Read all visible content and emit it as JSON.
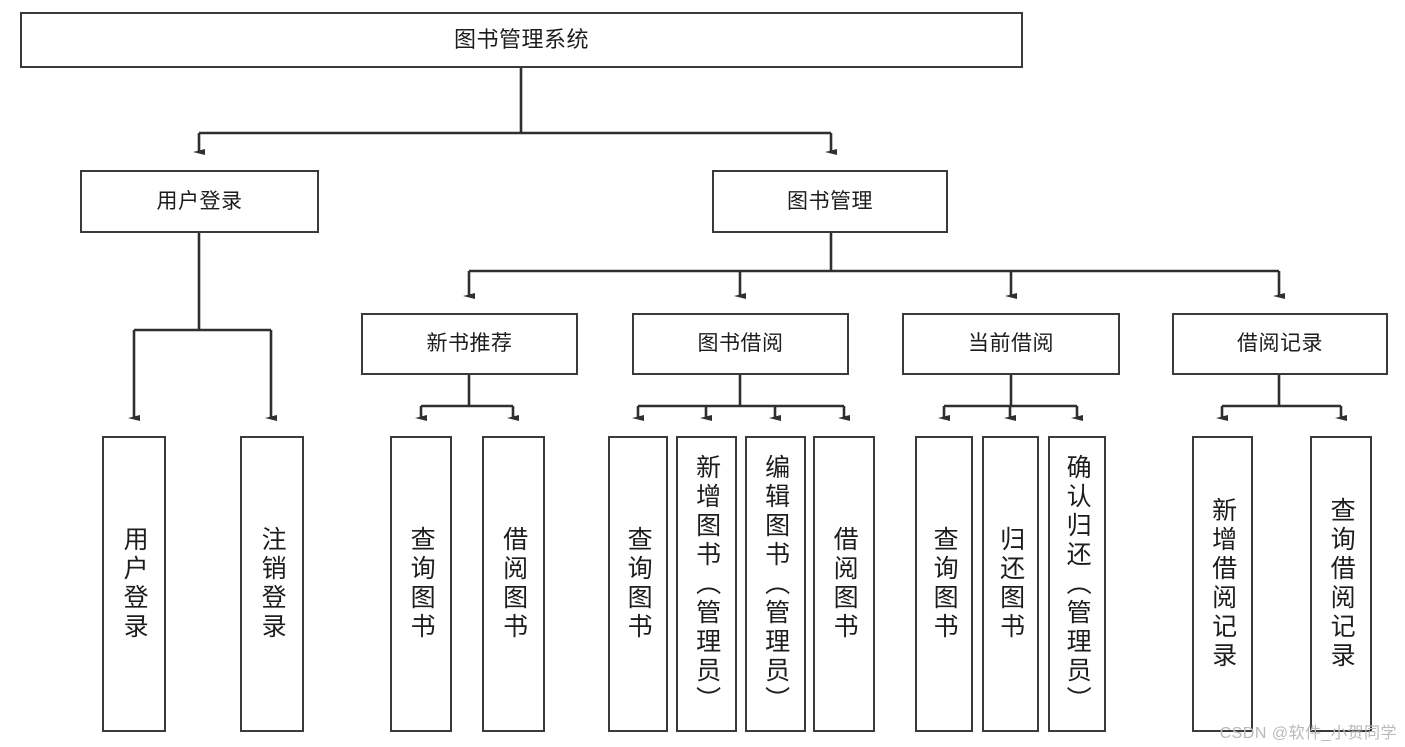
{
  "diagram": {
    "title": "图书管理系统",
    "type": "hierarchy-tree",
    "watermark": "CSDN @软件_小贺同学",
    "colors": {
      "box_border": "#3a3a3a",
      "box_fill": "#ffffff",
      "edge": "#2f2f2f",
      "text": "#1d1d1d",
      "watermark": "#b9b9b9"
    },
    "levels": {
      "level1": [
        {
          "id": "root",
          "label": "图书管理系统"
        }
      ],
      "level2": [
        {
          "id": "login",
          "label": "用户登录"
        },
        {
          "id": "bookmgmt",
          "label": "图书管理"
        }
      ],
      "level3": [
        {
          "id": "newbook",
          "label": "新书推荐"
        },
        {
          "id": "borrow",
          "label": "图书借阅"
        },
        {
          "id": "current",
          "label": "当前借阅"
        },
        {
          "id": "records",
          "label": "借阅记录"
        }
      ],
      "level4": [
        {
          "id": "leaf-1",
          "parent": "login",
          "label": "用户登录"
        },
        {
          "id": "leaf-2",
          "parent": "login",
          "label": "注销登录"
        },
        {
          "id": "leaf-3",
          "parent": "newbook",
          "label": "查询图书"
        },
        {
          "id": "leaf-4",
          "parent": "newbook",
          "label": "借阅图书"
        },
        {
          "id": "leaf-5",
          "parent": "borrow",
          "label": "查询图书"
        },
        {
          "id": "leaf-6",
          "parent": "borrow",
          "label": "新增图书（管理员）"
        },
        {
          "id": "leaf-7",
          "parent": "borrow",
          "label": "编辑图书（管理员）"
        },
        {
          "id": "leaf-8",
          "parent": "borrow",
          "label": "借阅图书"
        },
        {
          "id": "leaf-9",
          "parent": "current",
          "label": "查询图书"
        },
        {
          "id": "leaf-10",
          "parent": "current",
          "label": "归还图书"
        },
        {
          "id": "leaf-11",
          "parent": "current",
          "label": "确认归还（管理员）"
        },
        {
          "id": "leaf-12",
          "parent": "records",
          "label": "新增借阅记录"
        },
        {
          "id": "leaf-13",
          "parent": "records",
          "label": "查询借阅记录"
        }
      ]
    }
  }
}
